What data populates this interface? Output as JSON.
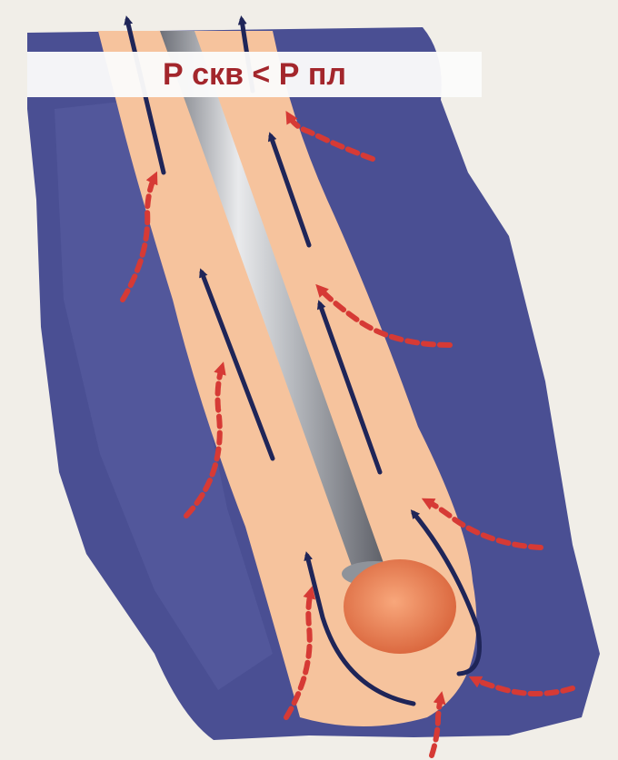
{
  "diagram": {
    "label": "Р скв < Р пл",
    "colors": {
      "background": "#f1eee8",
      "formation": "#4a4f93",
      "annulus": "#f6c39d",
      "pipe": "#a7abb1",
      "bit": "#f0875e",
      "flow_arrow": "#1f2558",
      "influx_arrow": "#d63a35",
      "label_text": "#a3262c"
    },
    "icons": {
      "flow": "dark-blue-up-arrow",
      "influx": "red-dashed-arrow"
    }
  }
}
